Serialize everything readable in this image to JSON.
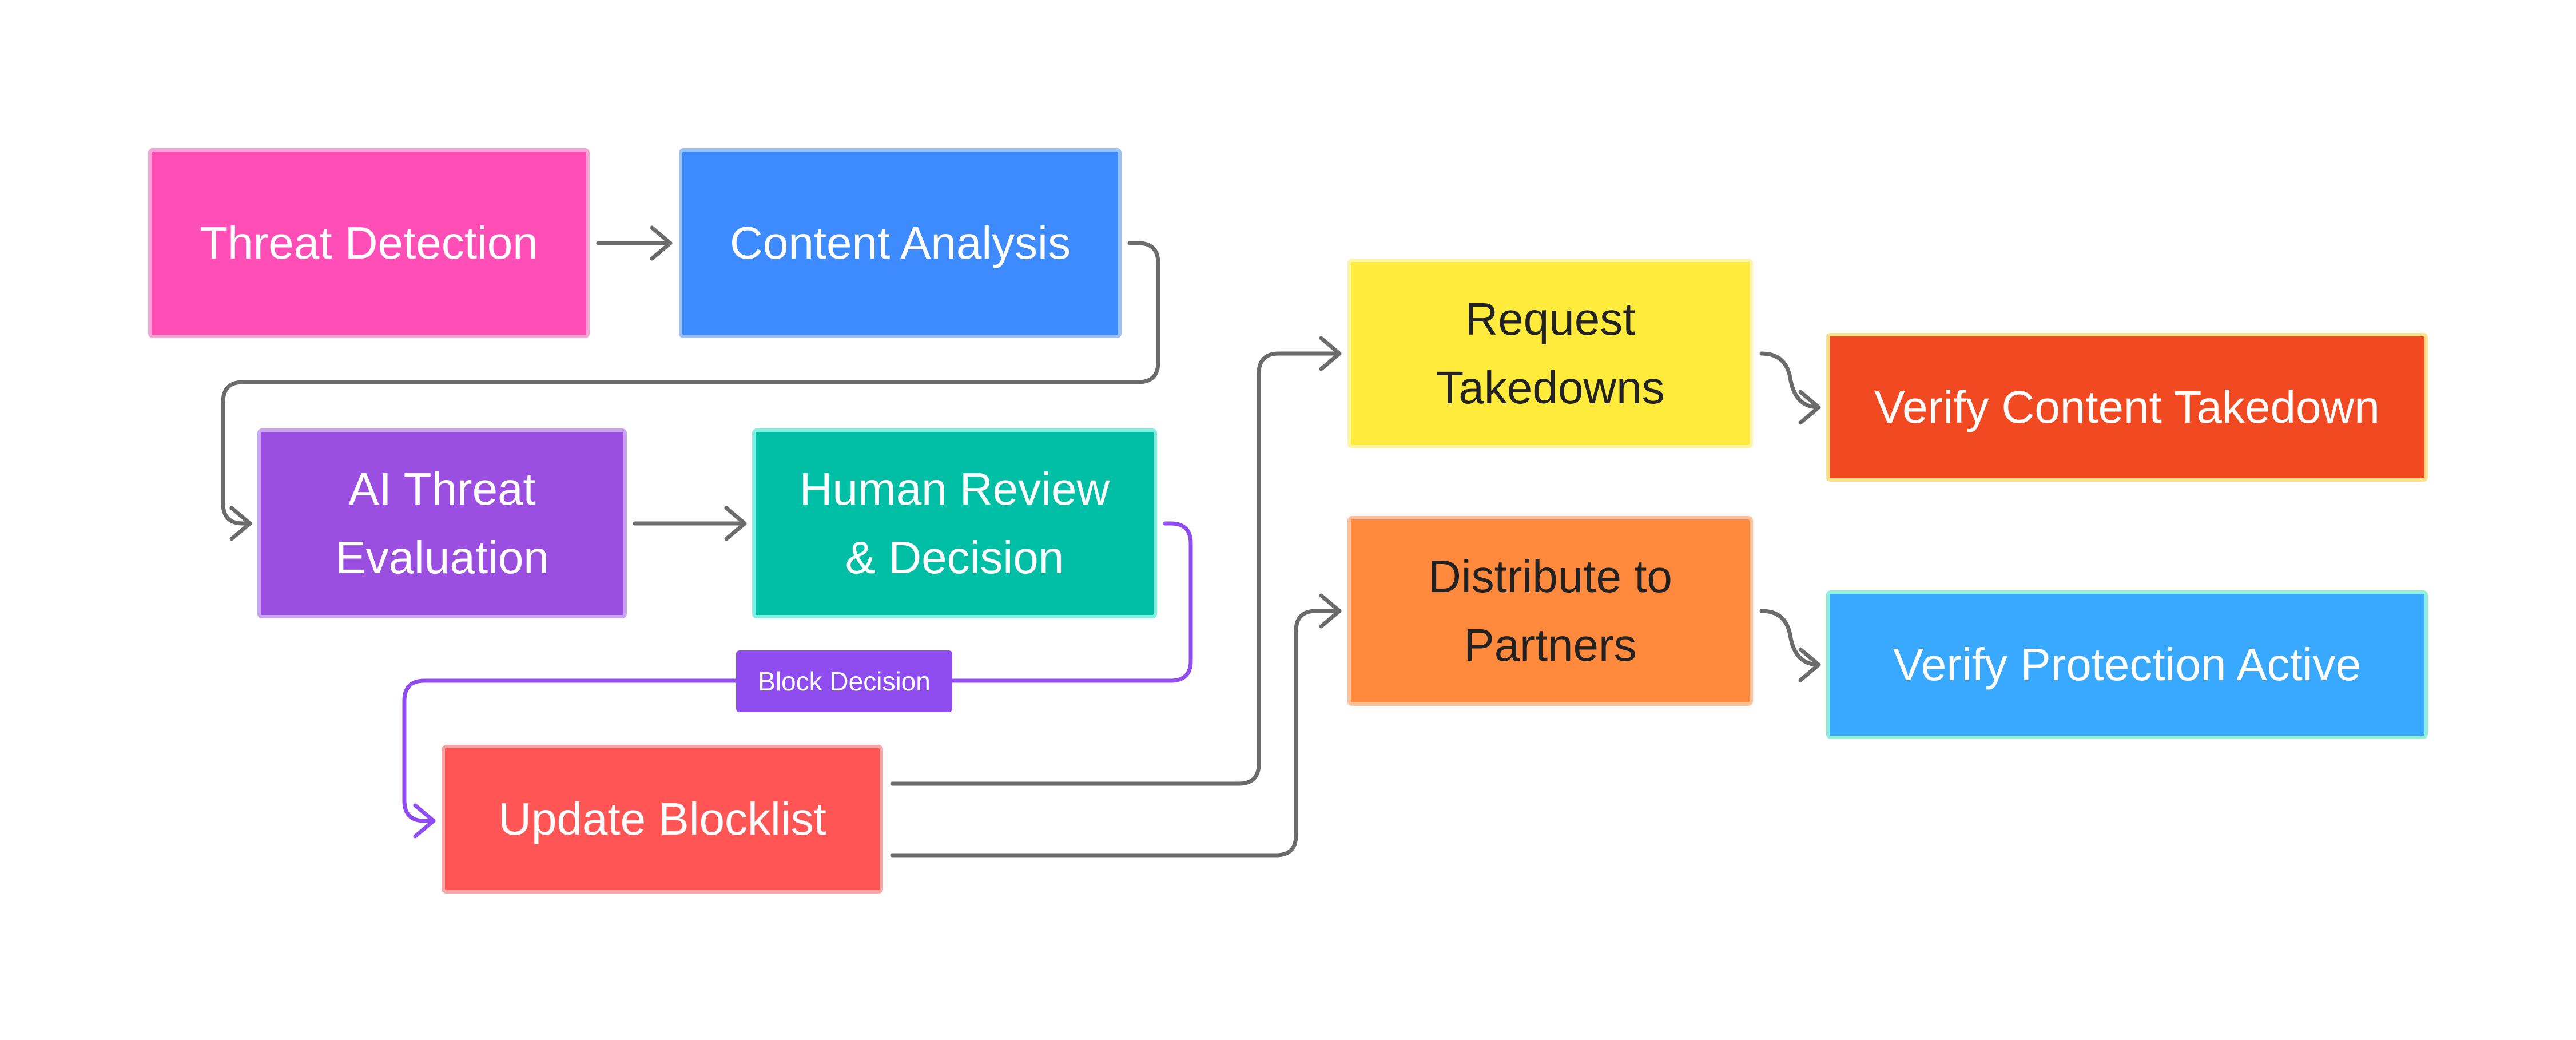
{
  "diagram": {
    "nodes": [
      {
        "id": "threat-detection",
        "label": "Threat Detection",
        "fill": "#FF4FB7",
        "border": "#F4A6D4",
        "text_color": "#FFFFFF"
      },
      {
        "id": "content-analysis",
        "label": "Content Analysis",
        "fill": "#3E8BFF",
        "border": "#9BC1FB",
        "text_color": "#FFFFFF"
      },
      {
        "id": "ai-threat",
        "label": "AI Threat\nEvaluation",
        "fill": "#9B4FE0",
        "border": "#C8A4F0",
        "text_color": "#FFFFFF"
      },
      {
        "id": "human-review",
        "label": "Human Review\n& Decision",
        "fill": "#00BFA5",
        "border": "#7FF0DF",
        "text_color": "#FFFFFF"
      },
      {
        "id": "update-blocklist",
        "label": "Update Blocklist",
        "fill": "#FF5555",
        "border": "#F8A5A5",
        "text_color": "#FFFFFF"
      },
      {
        "id": "request-takedowns",
        "label": "Request\nTakedowns",
        "fill": "#FFEB3B",
        "border": "#FFF5A8",
        "text_color": "#222222"
      },
      {
        "id": "distribute",
        "label": "Distribute to\nPartners",
        "fill": "#FF8A3D",
        "border": "#FDC09A",
        "text_color": "#222222"
      },
      {
        "id": "verify-takedown",
        "label": "Verify Content Takedown",
        "fill": "#F14A22",
        "border": "#FCE38A",
        "text_color": "#FFFFFF"
      },
      {
        "id": "verify-protection",
        "label": "Verify Protection Active",
        "fill": "#38A9FF",
        "border": "#8FEFD7",
        "text_color": "#FFFFFF"
      }
    ],
    "edges": [
      {
        "from": "threat-detection",
        "to": "content-analysis"
      },
      {
        "from": "content-analysis",
        "to": "ai-threat"
      },
      {
        "from": "ai-threat",
        "to": "human-review"
      },
      {
        "from": "human-review",
        "to": "update-blocklist",
        "label": "Block Decision"
      },
      {
        "from": "update-blocklist",
        "to": "request-takedowns"
      },
      {
        "from": "update-blocklist",
        "to": "distribute"
      },
      {
        "from": "request-takedowns",
        "to": "verify-takedown"
      },
      {
        "from": "distribute",
        "to": "verify-protection"
      }
    ],
    "edge_label": {
      "text": "Block Decision",
      "fill": "#8F4DF0",
      "text_color": "#FFFFFF"
    },
    "colors": {
      "default_edge": "#6B6B6B",
      "decision_edge": "#8F4DF0"
    }
  }
}
